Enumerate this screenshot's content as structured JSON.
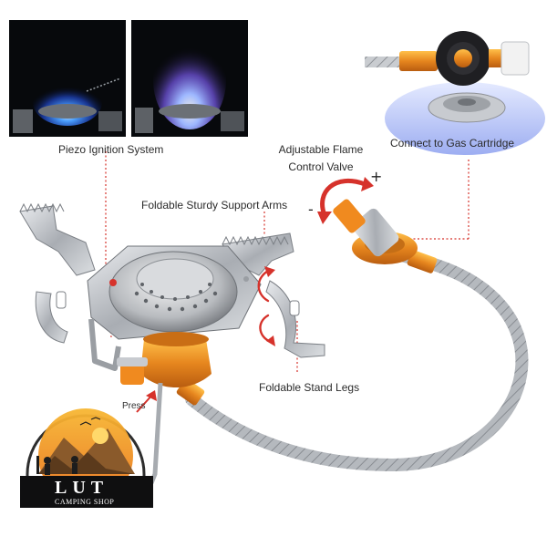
{
  "labels": {
    "piezo": "Piezo Ignition System",
    "valve_line1": "Adjustable Flame",
    "valve_line2": "Control Valve",
    "cartridge": "Connect to Gas Cartridge",
    "arms": "Foldable Sturdy Support Arms",
    "legs": "Foldable Stand Legs",
    "press": "Press",
    "plus": "+",
    "minus": "-"
  },
  "logo": {
    "name": "LUT",
    "tagline": "CAMPING SHOP"
  },
  "colors": {
    "accent_red": "#d6322b",
    "brass_orange": "#e8902a",
    "steel": "#b9bcc0",
    "flame_blue": "#3a78ff"
  }
}
